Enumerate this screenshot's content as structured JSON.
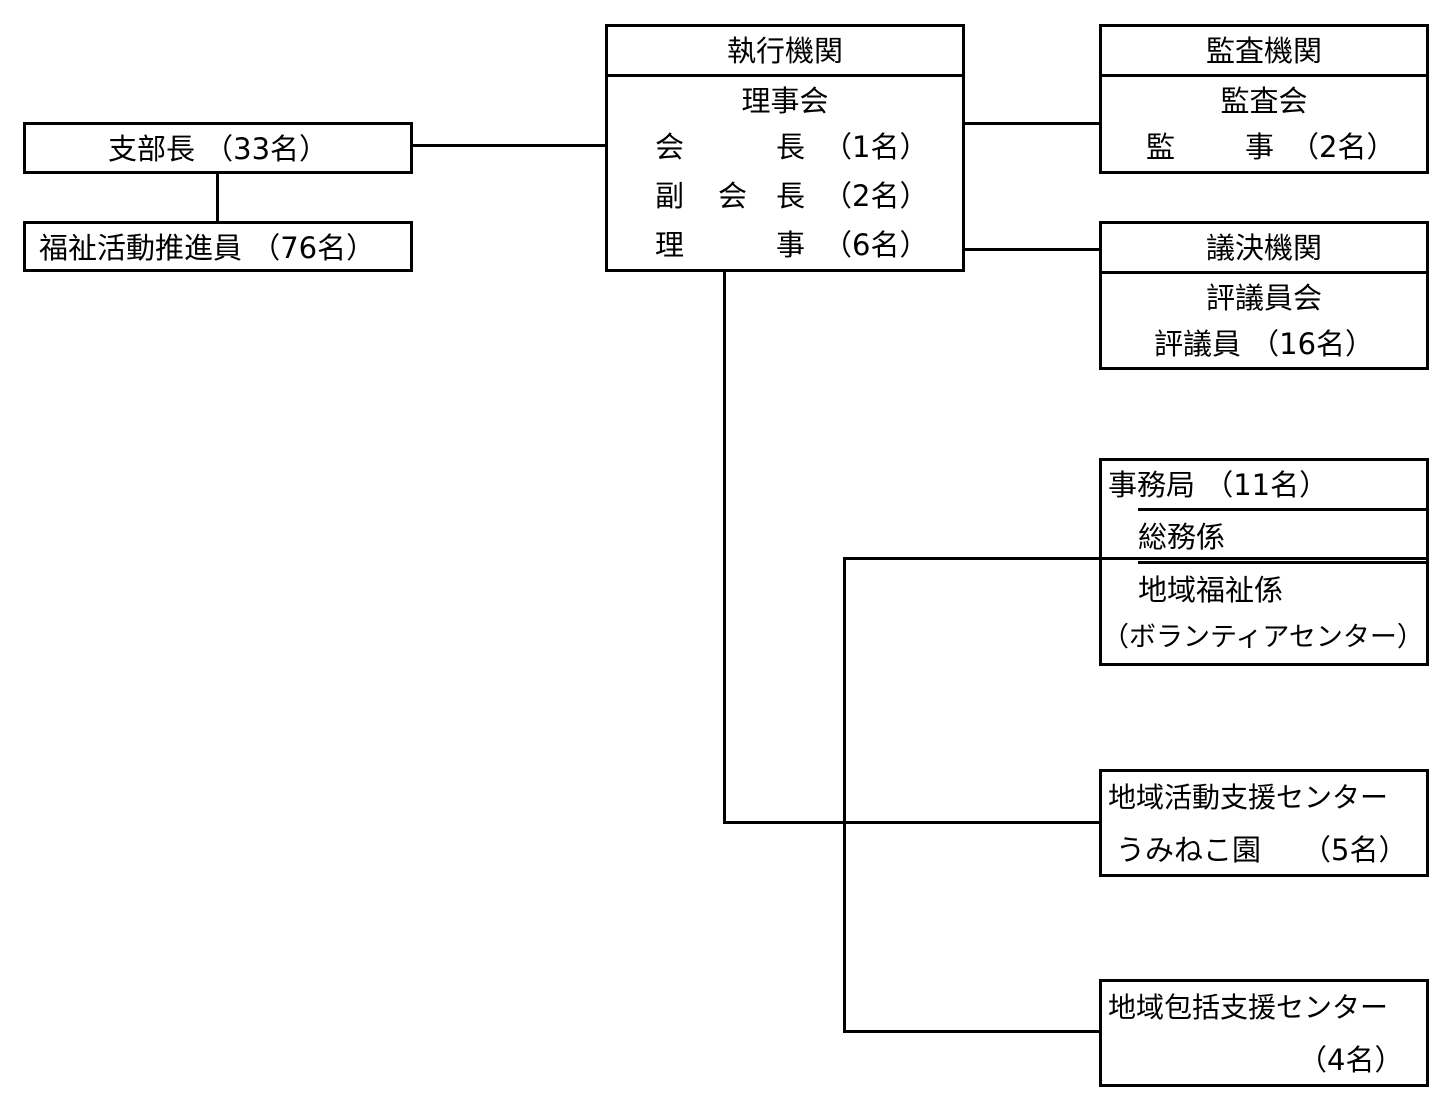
{
  "branch": {
    "head": "支部長 （33名）",
    "promoters": "福祉活動推進員 （76名）"
  },
  "executive": {
    "header": "執行機関",
    "council": "理事会",
    "members": [
      {
        "role_a": "会",
        "role_b": "",
        "role_c": "長",
        "count": "（1名）"
      },
      {
        "role_a": "副",
        "role_b": "会",
        "role_c": "長",
        "count": "（2名）"
      },
      {
        "role_a": "理",
        "role_b": "",
        "role_c": "事",
        "count": "（6名）"
      }
    ]
  },
  "audit": {
    "header": "監査機関",
    "council": "監査会",
    "role_a": "監",
    "role_b": "事",
    "count": "（2名）"
  },
  "resolution": {
    "header": "議決機関",
    "council": "評議員会",
    "members": "評議員 （16名）"
  },
  "secretariat": {
    "header": "事務局 （11名）",
    "section_general": "総務係",
    "section_welfare": "地域福祉係",
    "section_welfare_sub": "（ボランティアセンター）"
  },
  "activity_center": {
    "name": "地域活動支援センター",
    "sub": "うみねこ園",
    "count": "（5名）"
  },
  "comprehensive_center": {
    "name": "地域包括支援センター",
    "count": "（4名）"
  }
}
